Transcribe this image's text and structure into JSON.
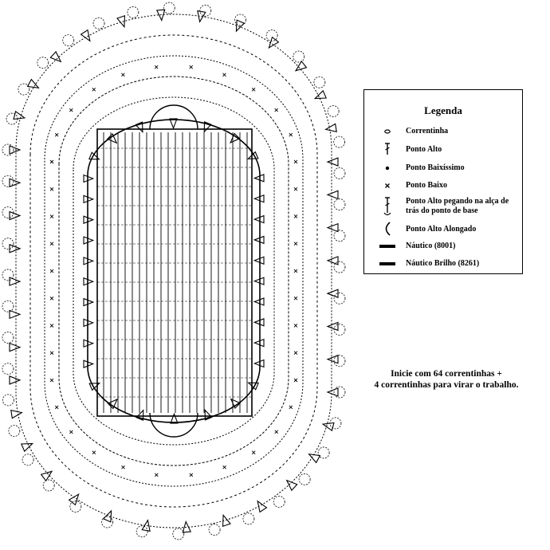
{
  "legend": {
    "title": "Legenda",
    "items": [
      {
        "symbol": "chain-icon",
        "label": "Correntinha"
      },
      {
        "symbol": "double-crochet-icon",
        "label": "Ponto Alto"
      },
      {
        "symbol": "slip-stitch-icon",
        "label": "Ponto Baixíssimo"
      },
      {
        "symbol": "single-crochet-icon",
        "label": "Ponto Baixo"
      },
      {
        "symbol": "back-loop-double-crochet-icon",
        "label": "Ponto Alto pegando na alça de trás do ponto de base"
      },
      {
        "symbol": "elongated-double-crochet-icon",
        "label": "Ponto Alto Alongado"
      },
      {
        "symbol": "yarn-swatch-icon",
        "label": "Náutico (8001)"
      },
      {
        "symbol": "yarn-swatch-icon",
        "label": "Náutico Brilho (8261)"
      }
    ]
  },
  "instructions": {
    "line1": "Inicie com 64 correntinhas +",
    "line2": "4 correntinhas para virar o trabalho."
  },
  "colors": {
    "ink": "#000000",
    "background": "#ffffff"
  }
}
